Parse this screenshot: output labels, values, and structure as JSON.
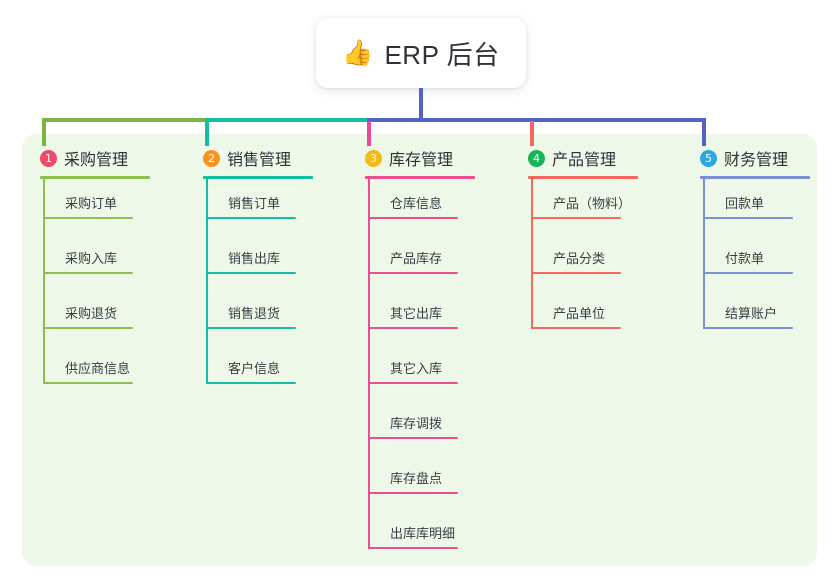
{
  "root": {
    "icon": "thumbs-up-icon",
    "emoji": "👍",
    "title": "ERP 后台"
  },
  "palette": {
    "panel_background": "#eef8e8",
    "page_background": "#ffffff",
    "bus_green": "#7cb342",
    "bus_teal": "#12bfa0",
    "bus_blue": "#5661c4",
    "text": "#2f3136"
  },
  "columns": [
    {
      "number": "1",
      "title": "采购管理",
      "badge_color": "#f2496a",
      "line_color": "#8cc152",
      "drop_color": "#7cb342",
      "items": [
        {
          "label": "采购订单"
        },
        {
          "label": "采购入库"
        },
        {
          "label": "采购退货"
        },
        {
          "label": "供应商信息"
        }
      ]
    },
    {
      "number": "2",
      "title": "销售管理",
      "badge_color": "#f7931e",
      "line_color": "#12bfa0",
      "drop_color": "#12bfa0",
      "items": [
        {
          "label": "销售订单"
        },
        {
          "label": "销售出库"
        },
        {
          "label": "销售退货"
        },
        {
          "label": "客户信息"
        }
      ]
    },
    {
      "number": "3",
      "title": "库存管理",
      "badge_color": "#f5b91a",
      "line_color": "#e8508f",
      "drop_color": "#ec4899",
      "items": [
        {
          "label": "仓库信息"
        },
        {
          "label": "产品库存"
        },
        {
          "label": "其它出库"
        },
        {
          "label": "其它入库"
        },
        {
          "label": "库存调拨"
        },
        {
          "label": "库存盘点"
        },
        {
          "label": "出库库明细"
        }
      ]
    },
    {
      "number": "4",
      "title": "产品管理",
      "badge_color": "#19b359",
      "line_color": "#f4685f",
      "drop_color": "#f4685f",
      "items": [
        {
          "label": "产品（物料）"
        },
        {
          "label": "产品分类"
        },
        {
          "label": "产品单位"
        }
      ]
    },
    {
      "number": "5",
      "title": "财务管理",
      "badge_color": "#29a9e0",
      "line_color": "#7b8fd4",
      "drop_color": "#5661c4",
      "items": [
        {
          "label": "回款单"
        },
        {
          "label": "付款单"
        },
        {
          "label": "结算账户"
        }
      ]
    }
  ]
}
